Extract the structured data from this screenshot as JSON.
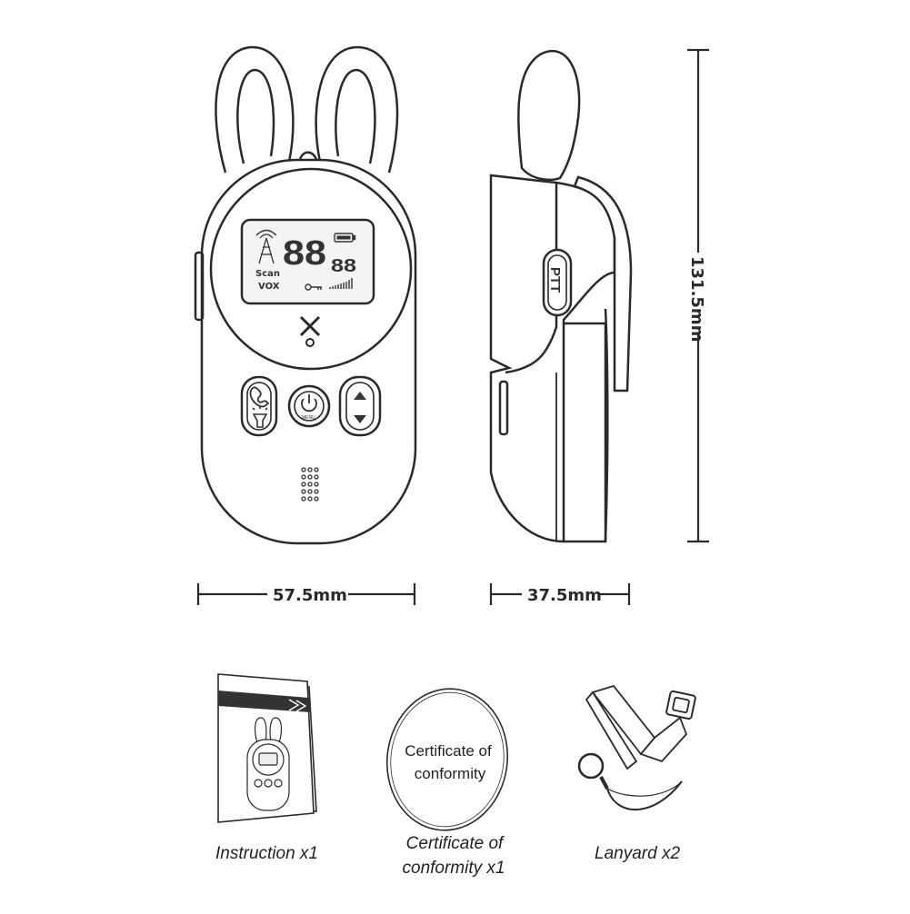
{
  "dimensions": {
    "width": "57.5mm",
    "depth": "37.5mm",
    "height": "131.5mm"
  },
  "lcd": {
    "scan_label": "Scan",
    "vox_label": "VOX",
    "big_digits": "88",
    "small_digits": "88"
  },
  "buttons": {
    "menu_label": "MENU",
    "ptt_label": "PTT"
  },
  "accessories": {
    "certificate_text": [
      "Certificate of",
      "conformity"
    ],
    "captions": {
      "instruction": "Instruction x1",
      "certificate": [
        "Certificate of",
        "conformity x1"
      ],
      "lanyard": "Lanyard x2"
    }
  },
  "icons": [
    "antenna-icon",
    "battery-icon",
    "key-icon",
    "signal-bars-icon",
    "logo-x-icon",
    "phone-icon",
    "flashlight-icon",
    "power-icon",
    "up-arrow-icon",
    "down-arrow-icon",
    "speaker-grille-icon"
  ],
  "colors": {
    "line": "#2a2a2a",
    "lcd_fill": "#f4f4f4",
    "manual_stripe": "#333333"
  }
}
